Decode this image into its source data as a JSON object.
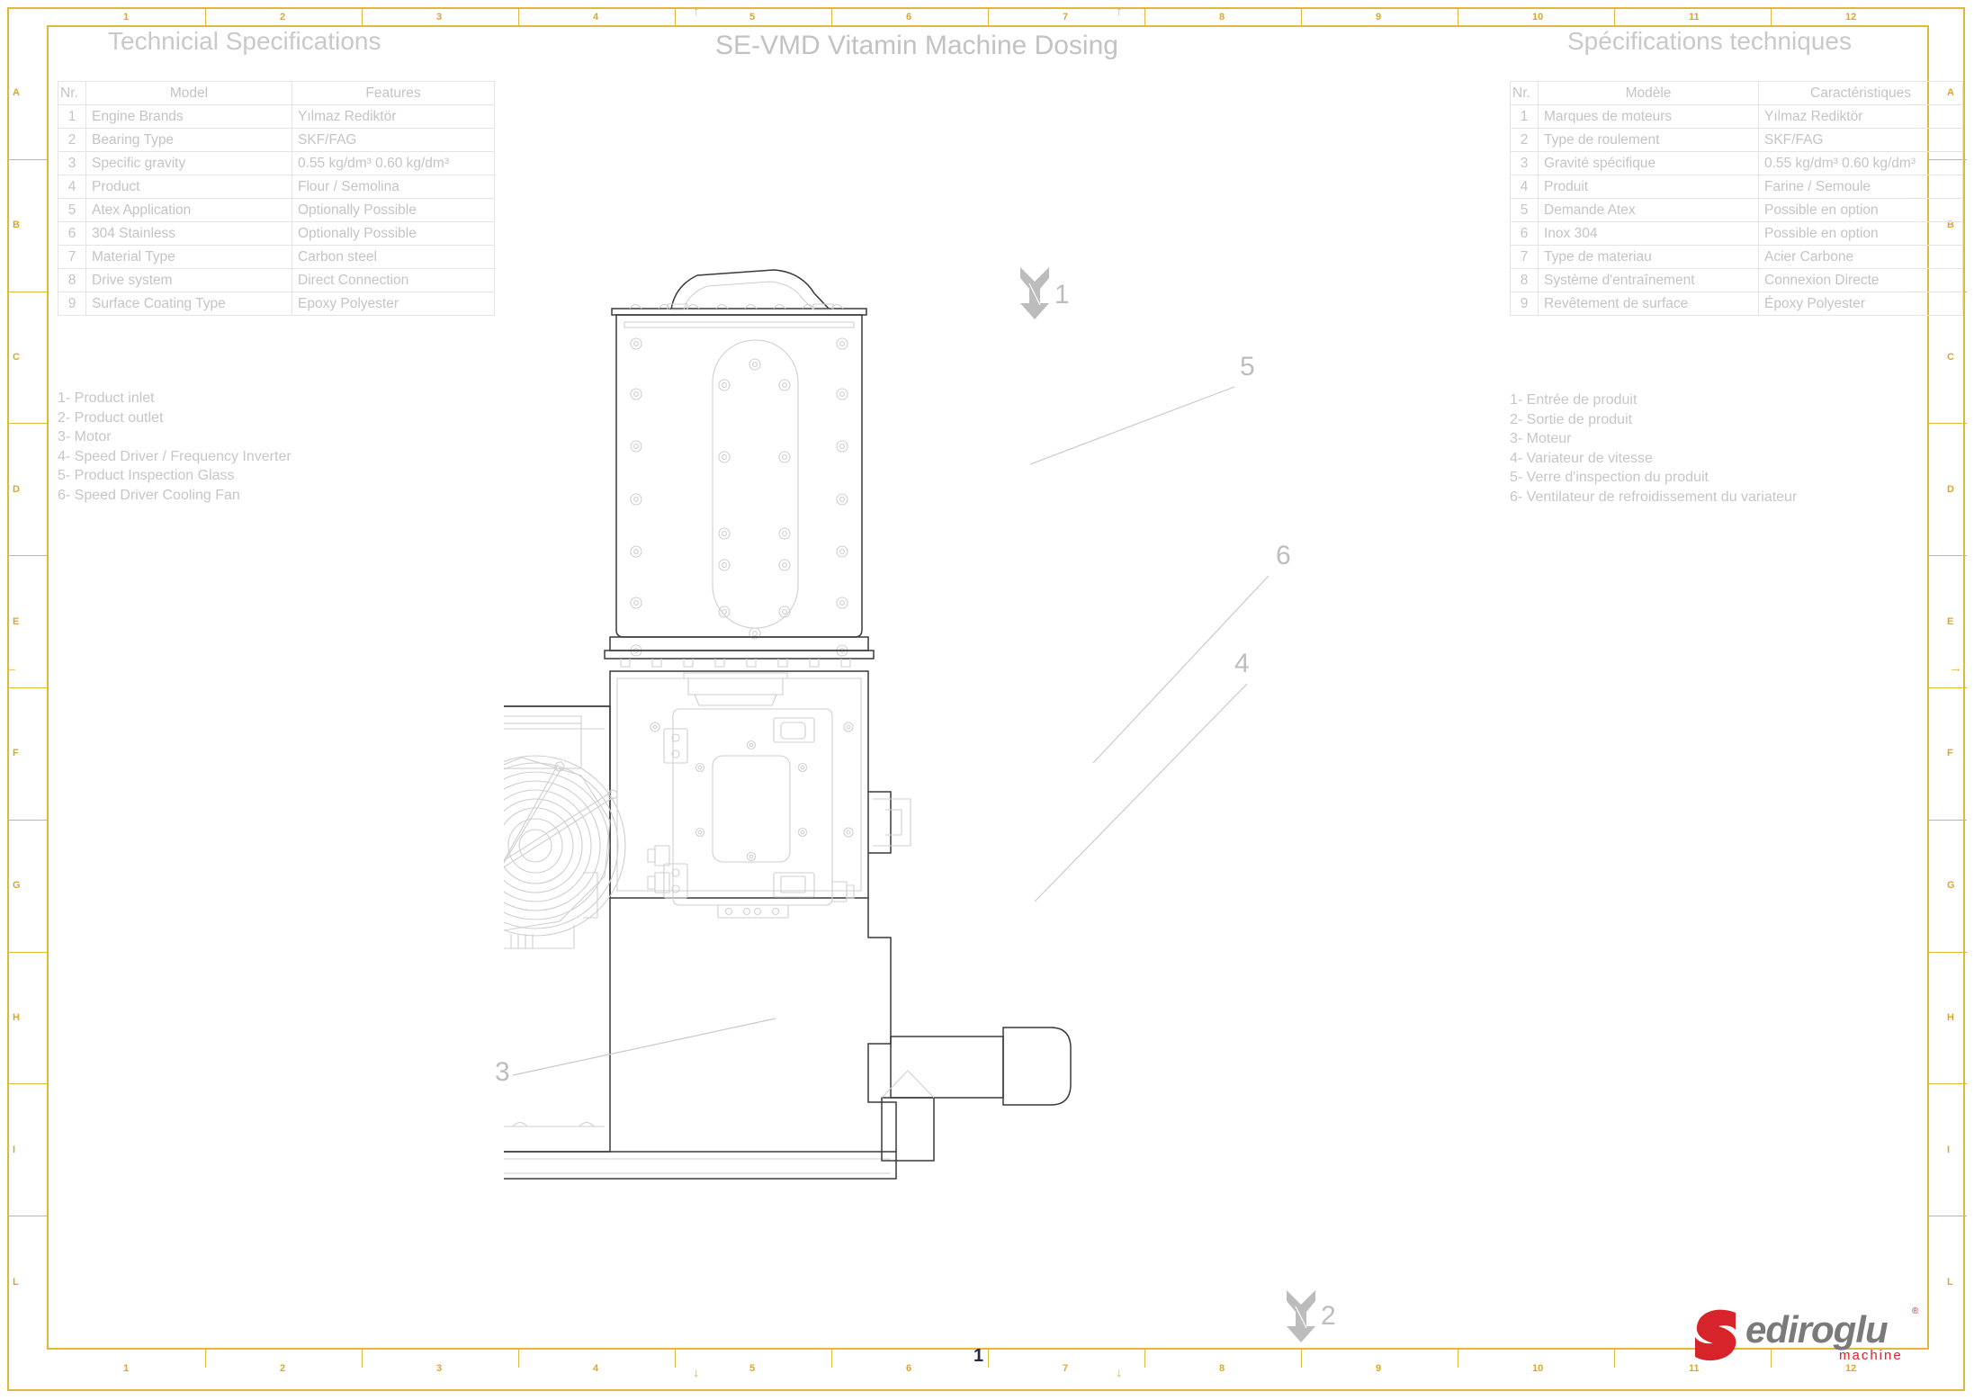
{
  "document": {
    "main_title": "SE-VMD Vitamin Machine Dosing",
    "page_number": "1",
    "accent_frame_color": "#e0b83a",
    "text_color": "#c4c4c4"
  },
  "spec_en": {
    "title": "Technicial Specifications",
    "headers": [
      "Nr.",
      "Model",
      "Features"
    ],
    "rows": [
      [
        "1",
        "Engine Brands",
        "Yılmaz Rediktör"
      ],
      [
        "2",
        "Bearing Type",
        "SKF/FAG"
      ],
      [
        "3",
        "Specific gravity",
        "0.55 kg/dm³ 0.60 kg/dm³"
      ],
      [
        "4",
        "Product",
        "Flour / Semolina"
      ],
      [
        "5",
        "Atex Application",
        "Optionally Possible"
      ],
      [
        "6",
        "304 Stainless",
        "Optionally Possible"
      ],
      [
        "7",
        "Material Type",
        "Carbon steel"
      ],
      [
        "8",
        "Drive system",
        "Direct Connection"
      ],
      [
        "9",
        "Surface Coating Type",
        "Epoxy Polyester"
      ]
    ]
  },
  "spec_fr": {
    "title": "Spécifications techniques",
    "headers": [
      "Nr.",
      "Modèle",
      "Caractéristiques"
    ],
    "rows": [
      [
        "1",
        "Marques de moteurs",
        "Yılmaz Rediktör"
      ],
      [
        "2",
        "Type de roulement",
        "SKF/FAG"
      ],
      [
        "3",
        "Gravité spécifique",
        "0.55 kg/dm³ 0.60 kg/dm³"
      ],
      [
        "4",
        "Produit",
        "Farine / Semoule"
      ],
      [
        "5",
        "Demande Atex",
        "Possible en option"
      ],
      [
        "6",
        "Inox 304",
        "Possible en option"
      ],
      [
        "7",
        "Type de materiau",
        "Acier Carbone"
      ],
      [
        "8",
        "Système d'entraînement",
        "Connexion Directe"
      ],
      [
        "9",
        "Revêtement de surface",
        "Époxy Polyester"
      ]
    ]
  },
  "legend_en": [
    "1- Product inlet",
    "2- Product outlet",
    "3- Motor",
    "4- Speed Driver / Frequency Inverter",
    "5- Product Inspection Glass",
    "6- Speed Driver Cooling Fan"
  ],
  "legend_fr": [
    "1- Entrée de produit",
    "2- Sortie de produit",
    "3- Moteur",
    "4- Variateur de vitesse",
    "5- Verre d'inspection du produit",
    "6- Ventilateur de refroidissement du variateur"
  ],
  "callouts": {
    "inlet_arrow": "1",
    "outlet_arrow": "2",
    "motor": "3",
    "speed_driver": "4",
    "inspection_glass": "5",
    "cooling_fan": "6"
  },
  "frame_ruler": {
    "columns": [
      "1",
      "2",
      "3",
      "4",
      "5",
      "6",
      "7",
      "8",
      "9",
      "10",
      "11",
      "12"
    ],
    "rows": [
      "A",
      "B",
      "C",
      "D",
      "E",
      "F",
      "G",
      "H",
      "I",
      "L"
    ]
  },
  "logo": {
    "brand": "ediroglu",
    "tagline": "machine",
    "registered": "®",
    "mark_color": "#d6242a",
    "word_color": "#7a7a7a"
  }
}
